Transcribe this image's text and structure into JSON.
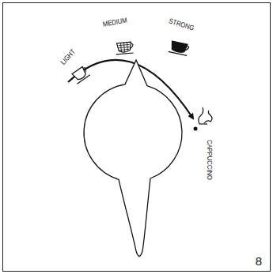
{
  "diagram": {
    "labels": [
      "LIGHT",
      "MEDIUM",
      "STRONG",
      "CAPPUCCINO",
      "8"
    ]
  }
}
